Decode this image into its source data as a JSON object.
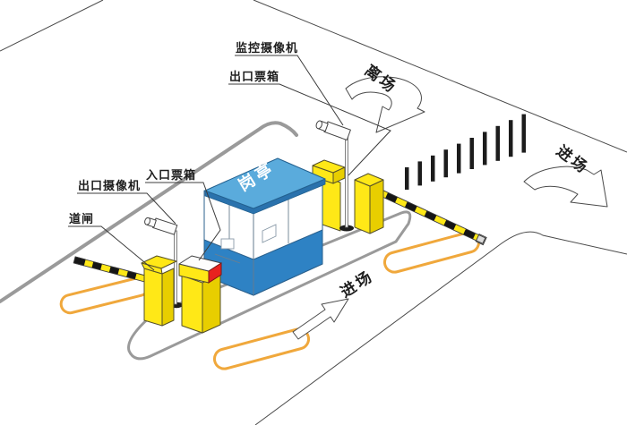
{
  "diagram": {
    "type": "parking-lot-access-control-schematic",
    "labels": {
      "monitor_camera": "监控摄像机",
      "exit_ticket_box": "出口票箱",
      "exit_camera": "出口摄像机",
      "entrance_ticket_box": "入口票箱",
      "barrier_gate": "道闸",
      "guard_booth": "岗亭",
      "leave_lot": "离场",
      "enter_lot_right": "进场",
      "enter_lot_bottom": "进场"
    },
    "icons": [
      "surveillance-camera-icon",
      "exit-camera-icon",
      "barrier-gate-arm-icon",
      "guard-booth-icon",
      "ground-loop-icon",
      "fence-icon"
    ]
  },
  "colors": {
    "roof_blue": "#5aabdc",
    "booth_blue": "#2e82c4",
    "machine_yellow": "#ffe817",
    "machine_yellow_dark": "#e8ce00",
    "screen_red": "#e8231f",
    "loop_orange": "#f0a83c",
    "curb_gray": "#9a9a9a",
    "fence_dark": "#1c1c1c",
    "outline": "#4a4a4a"
  }
}
